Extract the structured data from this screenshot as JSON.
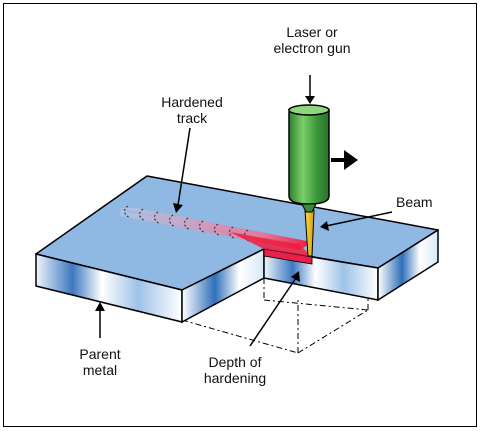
{
  "labels": {
    "gun": [
      "Laser or",
      "electron gun"
    ],
    "track": [
      "Hardened",
      "track"
    ],
    "beam": "Beam",
    "parent": [
      "Parent",
      "metal"
    ],
    "depth": [
      "Depth of",
      "hardening"
    ]
  },
  "colors": {
    "top_face": "#8fb8e3",
    "side_face": "#cfe2f5",
    "gun_body": "#3f9d3f",
    "hardened_hot": "#e8204a",
    "beam": "#f2c21a",
    "outline": "#000000"
  },
  "arc_count": 9,
  "icons": [
    "arrow-right-icon"
  ]
}
